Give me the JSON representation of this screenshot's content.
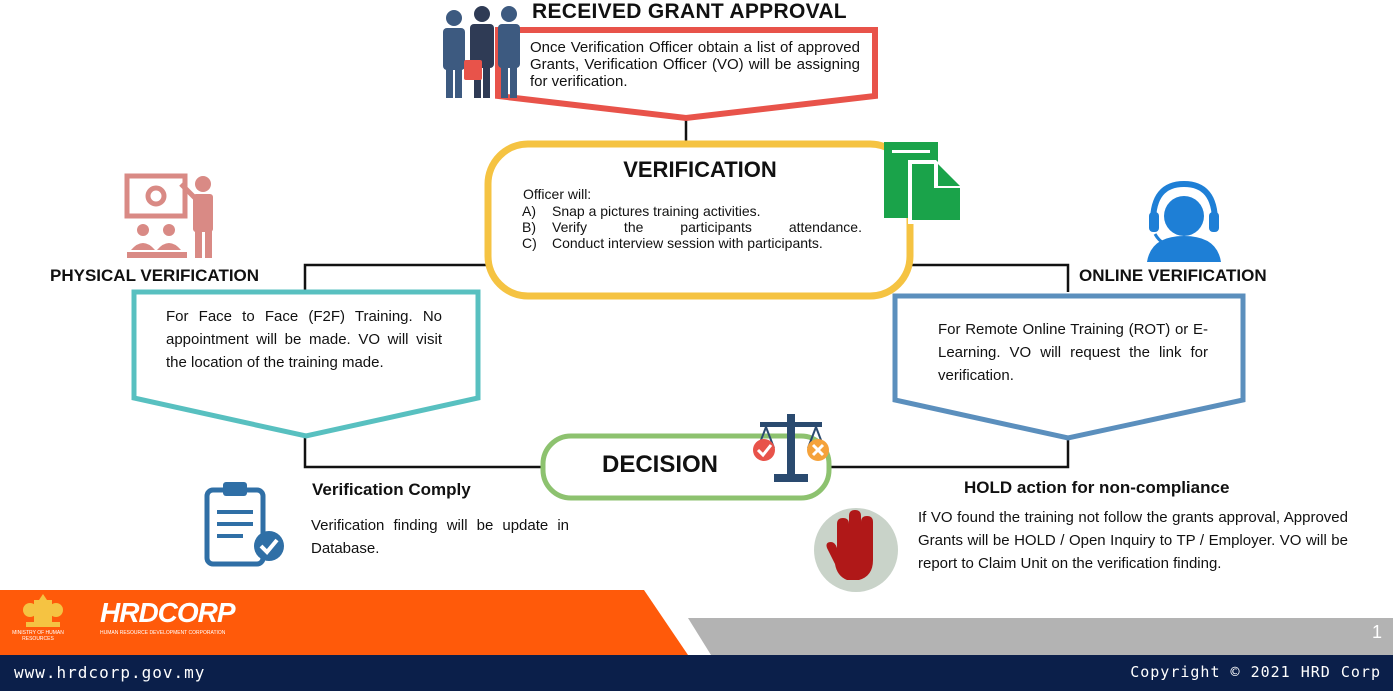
{
  "received": {
    "title": "RECEIVED GRANT APPROVAL",
    "text": "Once Verification Officer obtain a list of approved Grants, Verification Officer (VO) will be assigning for verification."
  },
  "verification": {
    "title": "VERIFICATION",
    "intro": "Officer will:",
    "items": [
      {
        "marker": "A)",
        "text": "Snap a pictures training activities."
      },
      {
        "marker": "B)",
        "text": "Verify the participants attendance."
      },
      {
        "marker": "C)",
        "text": "Conduct interview session with participants."
      }
    ]
  },
  "physical": {
    "title": "PHYSICAL VERIFICATION",
    "text": "For Face to Face (F2F) Training. No appointment will be made. VO will visit the location of the training made."
  },
  "online": {
    "title": "ONLINE VERIFICATION",
    "text": "For Remote Online Training (ROT) or E-Learning. VO will request the link for verification."
  },
  "decision": {
    "title": "DECISION"
  },
  "comply": {
    "title": "Verification Comply",
    "text": "Verification finding will be update in Database."
  },
  "hold": {
    "title": "HOLD action for non-compliance",
    "text": "If VO found the training not follow the grants approval, Approved Grants will be HOLD / Open Inquiry to TP / Employer. VO will be report to Claim Unit on the verification finding."
  },
  "footer": {
    "logo_text": "HRDCORP",
    "ministry": "MINISTRY OF HUMAN RESOURCES",
    "corp": "HUMAN RESOURCE DEVELOPMENT CORPORATION",
    "website": "www.hrdcorp.gov.my",
    "copyright": "Copyright © 2021 HRD Corp",
    "page_number": "1"
  },
  "colors": {
    "red": "#e8534a",
    "yellow": "#f5c342",
    "teal": "#58c0c0",
    "blue": "#5b8fbd",
    "green": "#8dc26f",
    "orange": "#ff5a0a",
    "navy": "#0b1f4a",
    "doc_green": "#1aa34a"
  },
  "icons": [
    "business-people-icon",
    "document-icon",
    "presentation-icon",
    "headset-support-icon",
    "scales-icon",
    "clipboard-check-icon",
    "stop-hand-icon",
    "malaysia-crest-icon"
  ]
}
